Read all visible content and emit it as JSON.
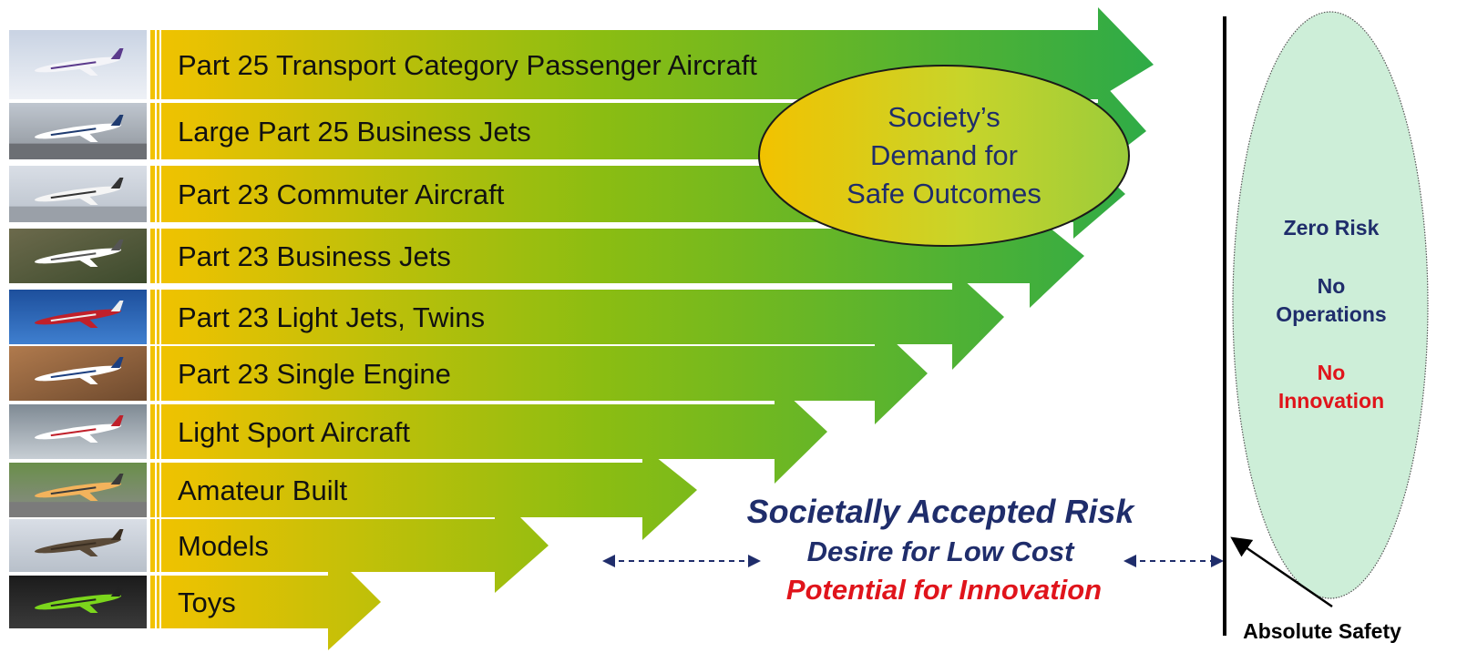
{
  "categories": [
    {
      "label": "Part 25 Transport Category Passenger Aircraft",
      "photo": "airliner-photo"
    },
    {
      "label": "Large Part 25 Business Jets",
      "photo": "large-bizjet-photo"
    },
    {
      "label": "Part 23 Commuter Aircraft",
      "photo": "commuter-photo"
    },
    {
      "label": "Part 23 Business Jets",
      "photo": "bizjet-photo"
    },
    {
      "label": "Part 23 Light Jets, Twins",
      "photo": "light-jet-photo"
    },
    {
      "label": "Part 23 Single Engine",
      "photo": "single-engine-photo"
    },
    {
      "label": "Light Sport Aircraft",
      "photo": "light-sport-photo"
    },
    {
      "label": "Amateur Built",
      "photo": "amateur-built-photo"
    },
    {
      "label": "Models",
      "photo": "model-plane-photo"
    },
    {
      "label": "Toys",
      "photo": "toy-plane-photo"
    }
  ],
  "society_bubble": {
    "line1": "Society’s",
    "line2": "Demand for",
    "line3": "Safe Outcomes"
  },
  "middle_text": {
    "line1": "Societally Accepted Risk",
    "line2": "Desire for Low Cost",
    "line3": "Potential for Innovation"
  },
  "zero_risk": {
    "line1": "Zero Risk",
    "line2": "No",
    "line3": "Operations",
    "line4": "No",
    "line5": "Innovation"
  },
  "absolute_safety_label": "Absolute Safety",
  "colors": {
    "arrow_start": "#f2c200",
    "arrow_mid": "#8bbd12",
    "arrow_end": "#2eab47",
    "navy": "#1f2d6b",
    "red": "#e0141b",
    "zero_risk_fill": "#cdeed8",
    "bubble_start": "#f2c200",
    "bubble_end": "#9ccc3a"
  }
}
